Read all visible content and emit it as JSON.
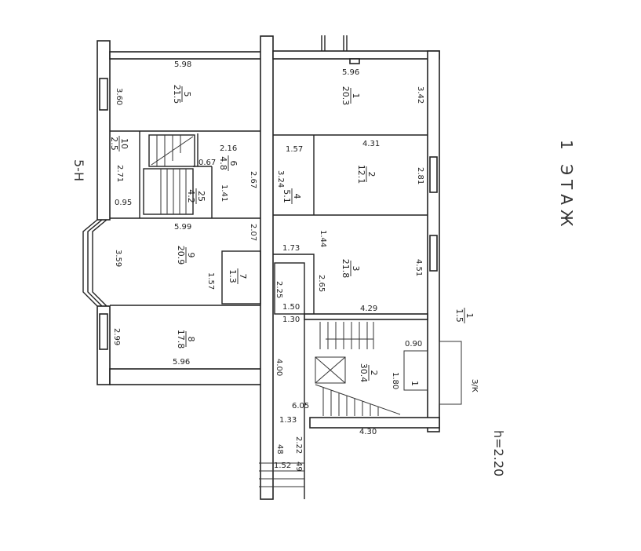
{
  "title": "1 ЭТАЖ",
  "height_note": "h=2.20",
  "side_note": "З/К",
  "axis_mark": "5-Н",
  "rooms": [
    {
      "number": "1",
      "area": "20.3"
    },
    {
      "number": "2",
      "area": "12.1"
    },
    {
      "number": "3",
      "area": "21.8"
    },
    {
      "number": "4",
      "area": "5.1"
    },
    {
      "number": "5",
      "area": "21.5"
    },
    {
      "number": "6",
      "area": "4.8"
    },
    {
      "number": "7",
      "area": "1.3"
    },
    {
      "number": "8",
      "area": "17.8"
    },
    {
      "number": "9",
      "area": "20.9"
    },
    {
      "number": "10",
      "area": "2.5"
    },
    {
      "number": "25",
      "area": "4.2"
    },
    {
      "number": "2",
      "area": "30.4"
    },
    {
      "number": "1",
      "area": "1.5"
    }
  ],
  "dimensions": [
    "5.98",
    "3.60",
    "2.16",
    "0.67",
    "2.67",
    "2.71",
    "0.95",
    "1.41",
    "5.99",
    "3.59",
    "2.07",
    "1.57",
    "2.99",
    "5.96",
    "5.96",
    "3.42",
    "1.57",
    "4.31",
    "3.24",
    "2.81",
    "1.44",
    "1.73",
    "2.65",
    "4.51",
    "4.29",
    "2.25",
    "1.50",
    "1.30",
    "4.00",
    "0.90",
    "1.80",
    "6.05",
    "1.33",
    "4.30",
    "2.22",
    "48",
    "1.52",
    "49"
  ],
  "entry_label": "1"
}
